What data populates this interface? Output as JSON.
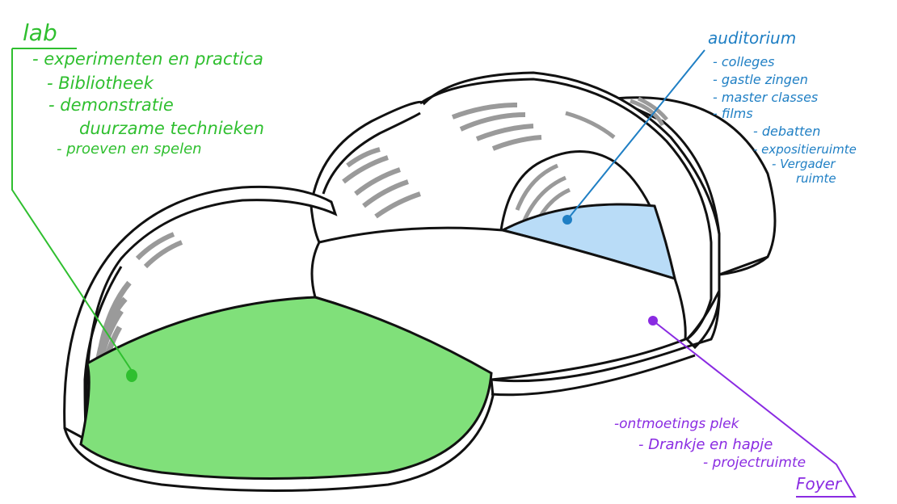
{
  "lab": {
    "title": "lab",
    "items": [
      "- experimenten en practica",
      "- Bibliotheek",
      "- demonstratie",
      "duurzame technieken",
      "- proeven en spelen"
    ],
    "color": "#2fbf2f",
    "fill": "#80e07a"
  },
  "auditorium": {
    "title": "auditorium",
    "items": [
      "- colleges",
      "- gastle zingen",
      "- master classes",
      "- films",
      "- debatten",
      "- expositieruimte",
      "- Vergader",
      "ruimte"
    ],
    "color": "#1f7fc4",
    "fill": "#b9dcf7"
  },
  "foyer": {
    "title": "Foyer",
    "items": [
      "-ontmoetings plek",
      "- Drankje en hapje",
      "- projectruimte"
    ],
    "color": "#8a2be2"
  }
}
